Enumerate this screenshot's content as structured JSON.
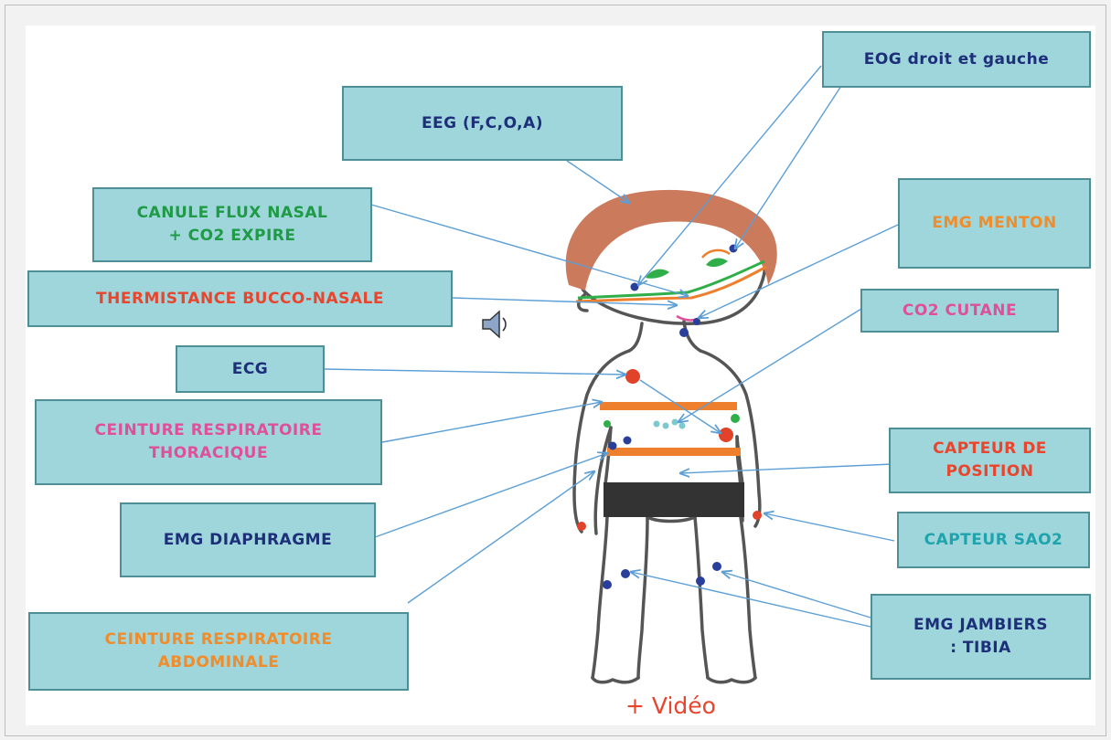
{
  "labels": {
    "eeg": "EEG (F,C,O,A)",
    "eog": "EOG droit et gauche",
    "canule": "CANULE FLUX NASAL\n+ CO2 EXPIRE",
    "emg_menton": "EMG MENTON",
    "thermistance": "THERMISTANCE BUCCO-NASALE",
    "co2_cutane": "CO2 CUTANE",
    "ecg": "ECG",
    "ceinture_thoracique": "CEINTURE RESPIRATOIRE\nTHORACIQUE",
    "capteur_position": "CAPTEUR DE\nPOSITION",
    "emg_diaphragme": "EMG DIAPHRAGME",
    "capteur_sao2": "CAPTEUR SAO2",
    "ceinture_abdominale": "CEINTURE RESPIRATOIRE\nABDOMINALE",
    "emg_jambiers": "EMG JAMBIERS\n: TIBIA"
  },
  "footer": {
    "video": "+ Vidéo"
  },
  "colors": {
    "label_fill": "#9ed6dc",
    "label_border": "#4e8f97",
    "navy_text": "#1e2f7a",
    "green_text": "#1f9a45",
    "red_text": "#e8452c",
    "orange_text": "#f08c2a",
    "pink_text": "#df4f9a",
    "teal_text": "#1fa4ad",
    "hair": "#cc7a5c",
    "belt_orange": "#ee7f2d",
    "shorts": "#333333",
    "arrow": "#5c9fd6"
  },
  "icons": [
    "speaker-icon"
  ]
}
